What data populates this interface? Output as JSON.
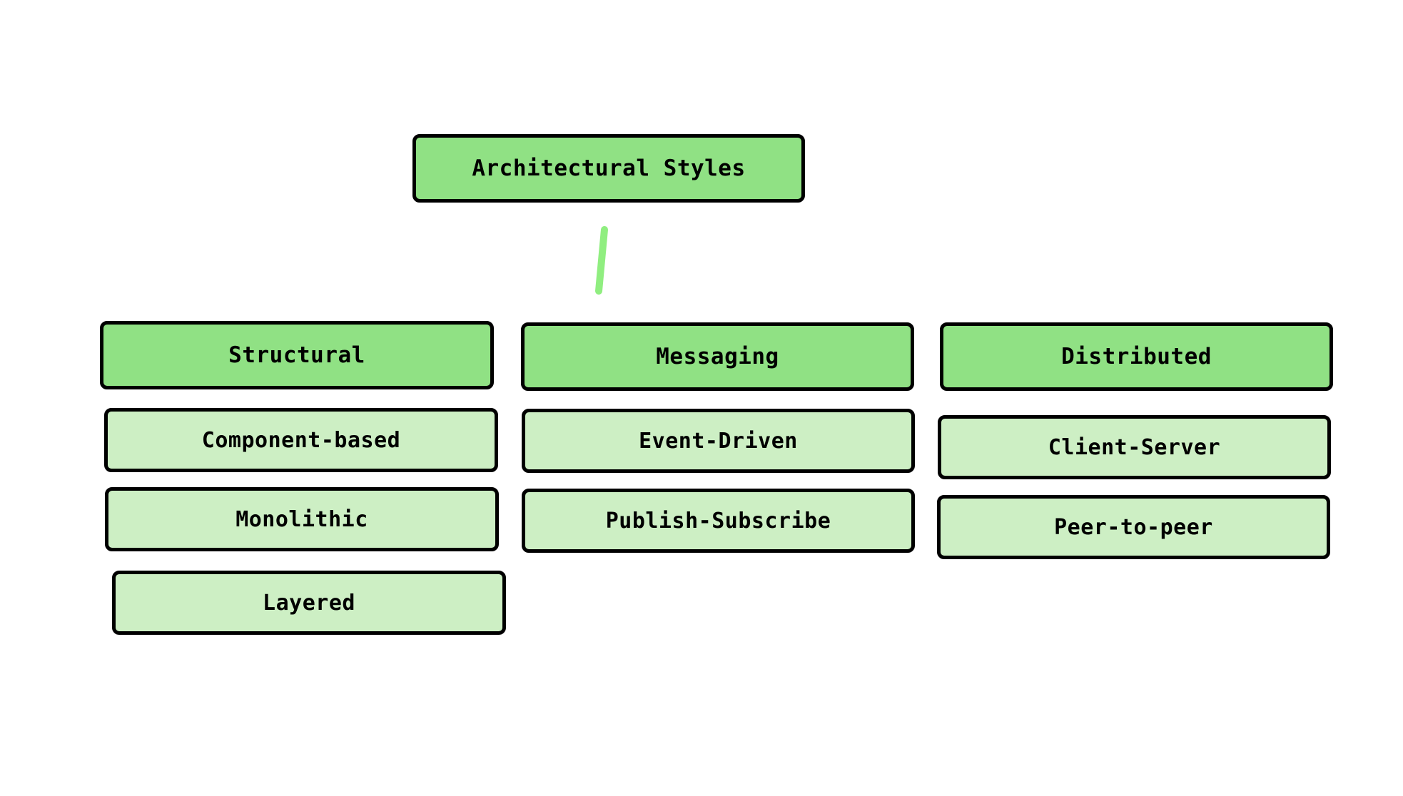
{
  "diagram": {
    "type": "tree",
    "orientation": "top-down",
    "colors": {
      "background": "#ffffff",
      "root_fill": "#90E184",
      "header_fill": "#90E184",
      "leaf_fill": "#CDEFC4",
      "border": "#000000",
      "edge": "#90EE80"
    },
    "root": {
      "label": "Architectural Styles"
    },
    "columns": [
      {
        "header": "Structural",
        "children": [
          "Component-based",
          "Monolithic",
          "Layered"
        ]
      },
      {
        "header": "Messaging",
        "children": [
          "Event-Driven",
          "Publish-Subscribe"
        ]
      },
      {
        "header": "Distributed",
        "children": [
          "Client-Server",
          "Peer-to-peer"
        ]
      }
    ],
    "edges": [
      {
        "from": "Architectural Styles",
        "to": "Structural"
      }
    ]
  }
}
